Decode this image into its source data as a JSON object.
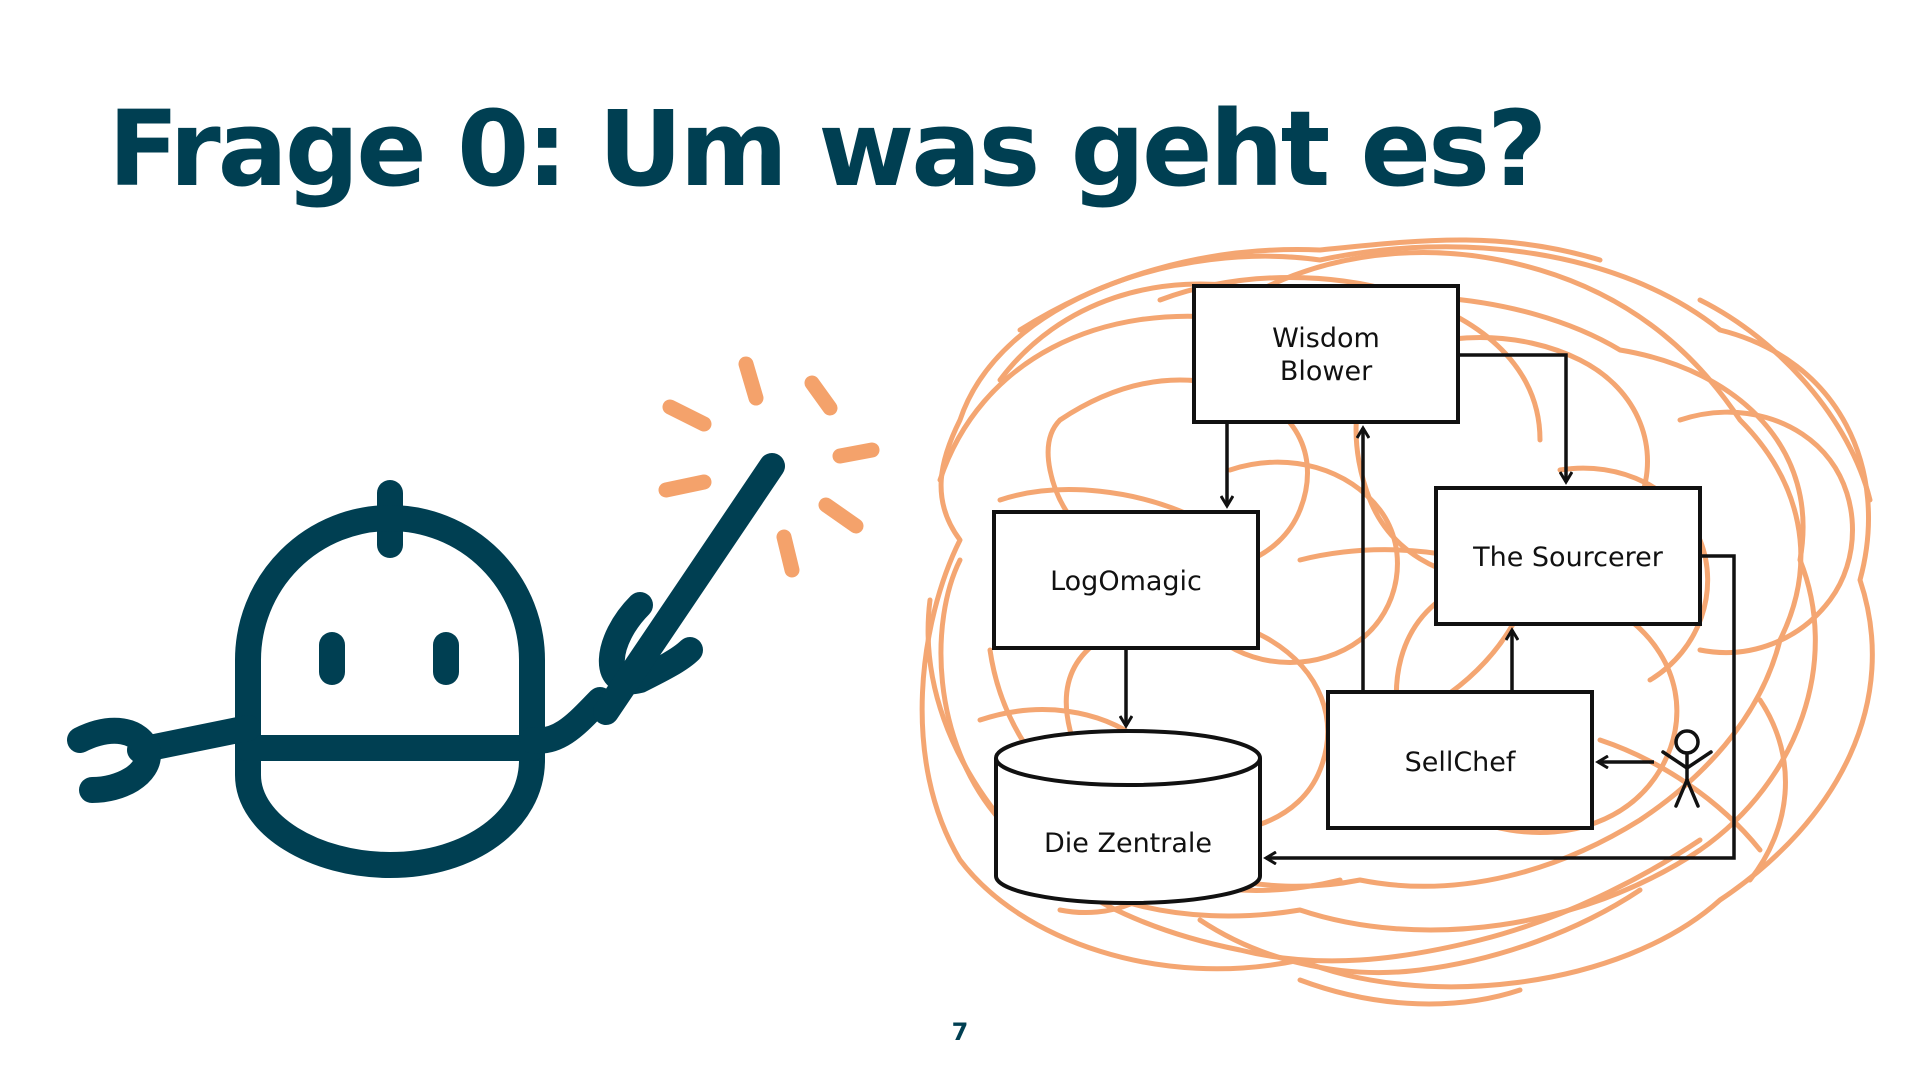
{
  "slide": {
    "title": "Frage 0: Um was geht es?",
    "page_number": "7"
  },
  "colors": {
    "title": "#003f52",
    "robot": "#003f52",
    "sparkle": "#f4a26b",
    "scribble": "#f4a26b",
    "diagram_ink": "#111111"
  },
  "diagram": {
    "nodes": {
      "wisdom_blower": {
        "line1": "Wisdom",
        "line2": "Blower"
      },
      "the_sourcerer": "The Sourcerer",
      "logomagic": "LogOmagic",
      "sellchef": "SellChef",
      "die_zentrale": "Die Zentrale"
    },
    "actor_icon": "stick-figure-icon",
    "robot_icon": "robot-with-magic-wand-icon"
  }
}
